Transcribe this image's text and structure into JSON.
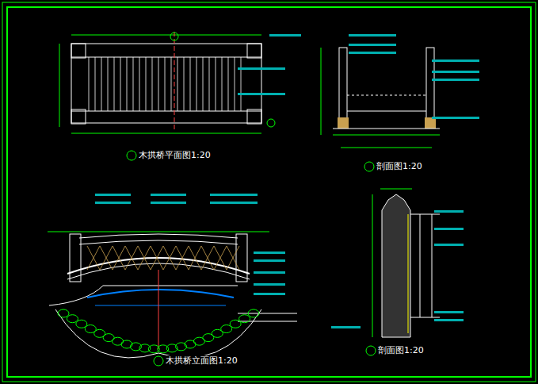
{
  "diagram": {
    "labels": [
      "木拱桥平面图1:20",
      "剖面图1:20",
      "木拱桥立面图1:20",
      "剖面图1:20"
    ]
  }
}
